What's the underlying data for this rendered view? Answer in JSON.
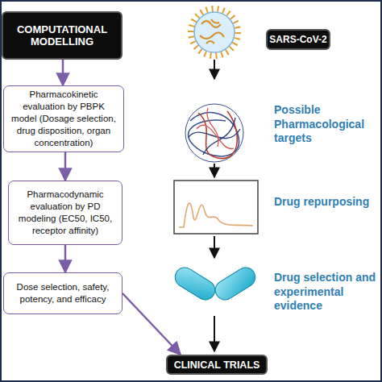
{
  "diagram": {
    "nodes": [
      {
        "text": [
          "COMPUTATIONAL MODELLING"
        ]
      },
      {
        "text": [
          "Pharmacokinetic evaluation by PBPK model (Dosage selection, drug disposition, organ concentration)"
        ]
      },
      {
        "text": [
          "Pharmacodynamic evaluation by PD modeling (EC50, IC50, receptor affinity)"
        ]
      },
      {
        "text": [
          "Dose selection, safety, potency, and efficacy"
        ]
      },
      {
        "text": [
          "SARS-CoV-2"
        ]
      },
      {
        "text": [
          "CLINICAL TRIALS"
        ]
      }
    ],
    "edges": [
      {
        "from": 0,
        "to": 1,
        "arrow": "to"
      },
      {
        "from": 1,
        "to": 2,
        "arrow": "to"
      },
      {
        "from": 2,
        "to": 3,
        "arrow": "to"
      },
      {
        "from": 3,
        "to": 5,
        "arrow": "to"
      }
    ],
    "labels": [
      "Possible Pharmacological targets",
      "Drug repurposing",
      "Drug selection and experimental evidence"
    ]
  }
}
